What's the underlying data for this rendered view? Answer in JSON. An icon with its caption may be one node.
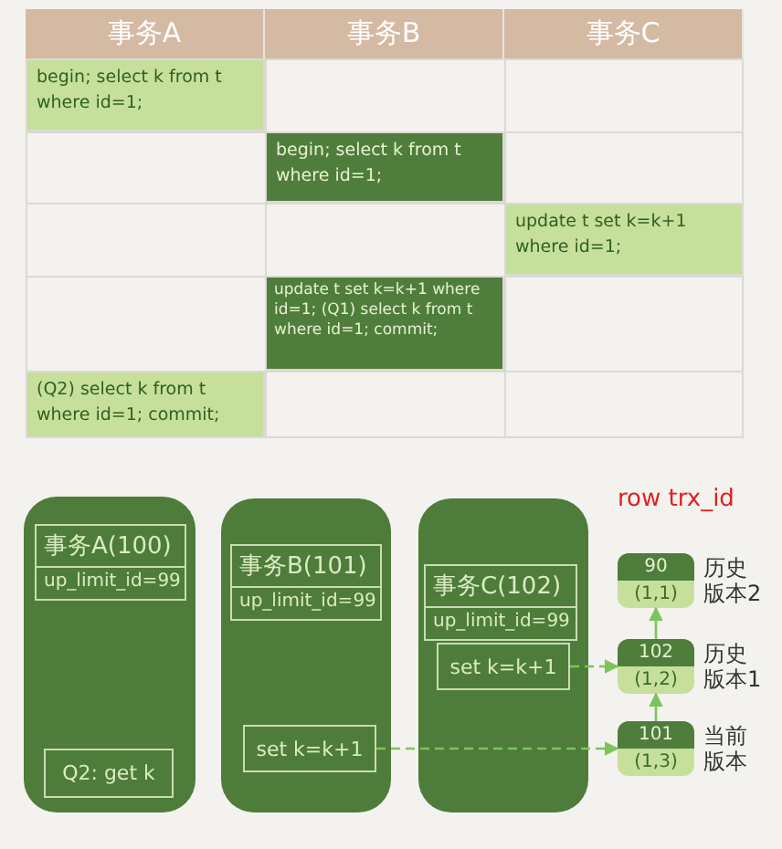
{
  "diagram": {
    "nodes": [
      {
        "text": [],
        "shape": "box"
      },
      {
        "text": [
          "事务A(100)",
          "up_limit_id=99"
        ],
        "in": 0
      },
      {
        "text": [
          "Q2: get k"
        ],
        "in": 0
      },
      {
        "text": [],
        "shape": "box"
      },
      {
        "text": [
          "事务B(101)",
          "up_limit_id=99"
        ],
        "in": 3
      },
      {
        "text": [
          "set k=k+1"
        ],
        "in": 3
      },
      {
        "text": [],
        "shape": "box"
      },
      {
        "text": [
          "事务C(102)",
          "up_limit_id=99"
        ],
        "in": 6
      },
      {
        "text": [
          "set k=k+1"
        ],
        "in": 6
      },
      {
        "text": [
          "90",
          "(1,1)"
        ],
        "beside": [
          "历史版本2"
        ]
      },
      {
        "text": [
          "102",
          "(1,2)"
        ],
        "beside": [
          "历史版本1"
        ]
      },
      {
        "text": [
          "101",
          "(1,3)"
        ],
        "beside": [
          "当前版本"
        ]
      }
    ],
    "edges": [
      {
        "from": 8,
        "to": 10,
        "arrow": "to",
        "style": "dashed"
      },
      {
        "from": 5,
        "to": 11,
        "arrow": "to",
        "style": "dashed"
      },
      {
        "from": 11,
        "to": 10,
        "arrow": "to"
      },
      {
        "from": 10,
        "to": 9,
        "arrow": "to"
      }
    ],
    "labels": [
      "事务A",
      "事务B",
      "事务C",
      "begin; select k from t where id=1;",
      "begin; select k from t where id=1;",
      "update t set k=k+1 where id=1;",
      "update t set k=k+1 where id=1; (Q1) select k from t where id=1; commit;",
      "(Q2) select k from t where id=1; commit;",
      "row trx_id"
    ]
  }
}
